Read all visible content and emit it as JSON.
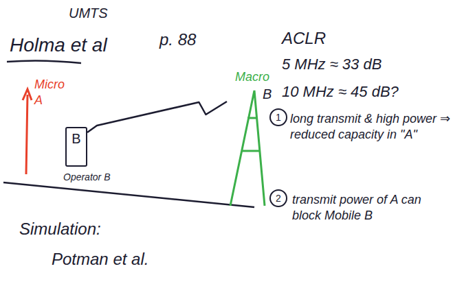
{
  "diagram": {
    "nodes": [
      {
        "text": [
          "B"
        ]
      },
      {
        "text": [
          "Macro",
          "B"
        ]
      }
    ],
    "edges": [
      {
        "from": 0,
        "to": 1,
        "arrow": "none"
      }
    ],
    "labels": [
      "UMTS",
      "Holma et al",
      "p. 88",
      "ACLR",
      "5 MHz ≈ 33 dB",
      "10 MHz ≈ 45 dB?",
      "Micro A",
      "Operator B",
      "1",
      "long transmit & high power ⇒ reduced capacity in \"A\"",
      "2",
      "transmit power of A can block Mobile B",
      "Simulation:",
      "Potman et al."
    ]
  }
}
